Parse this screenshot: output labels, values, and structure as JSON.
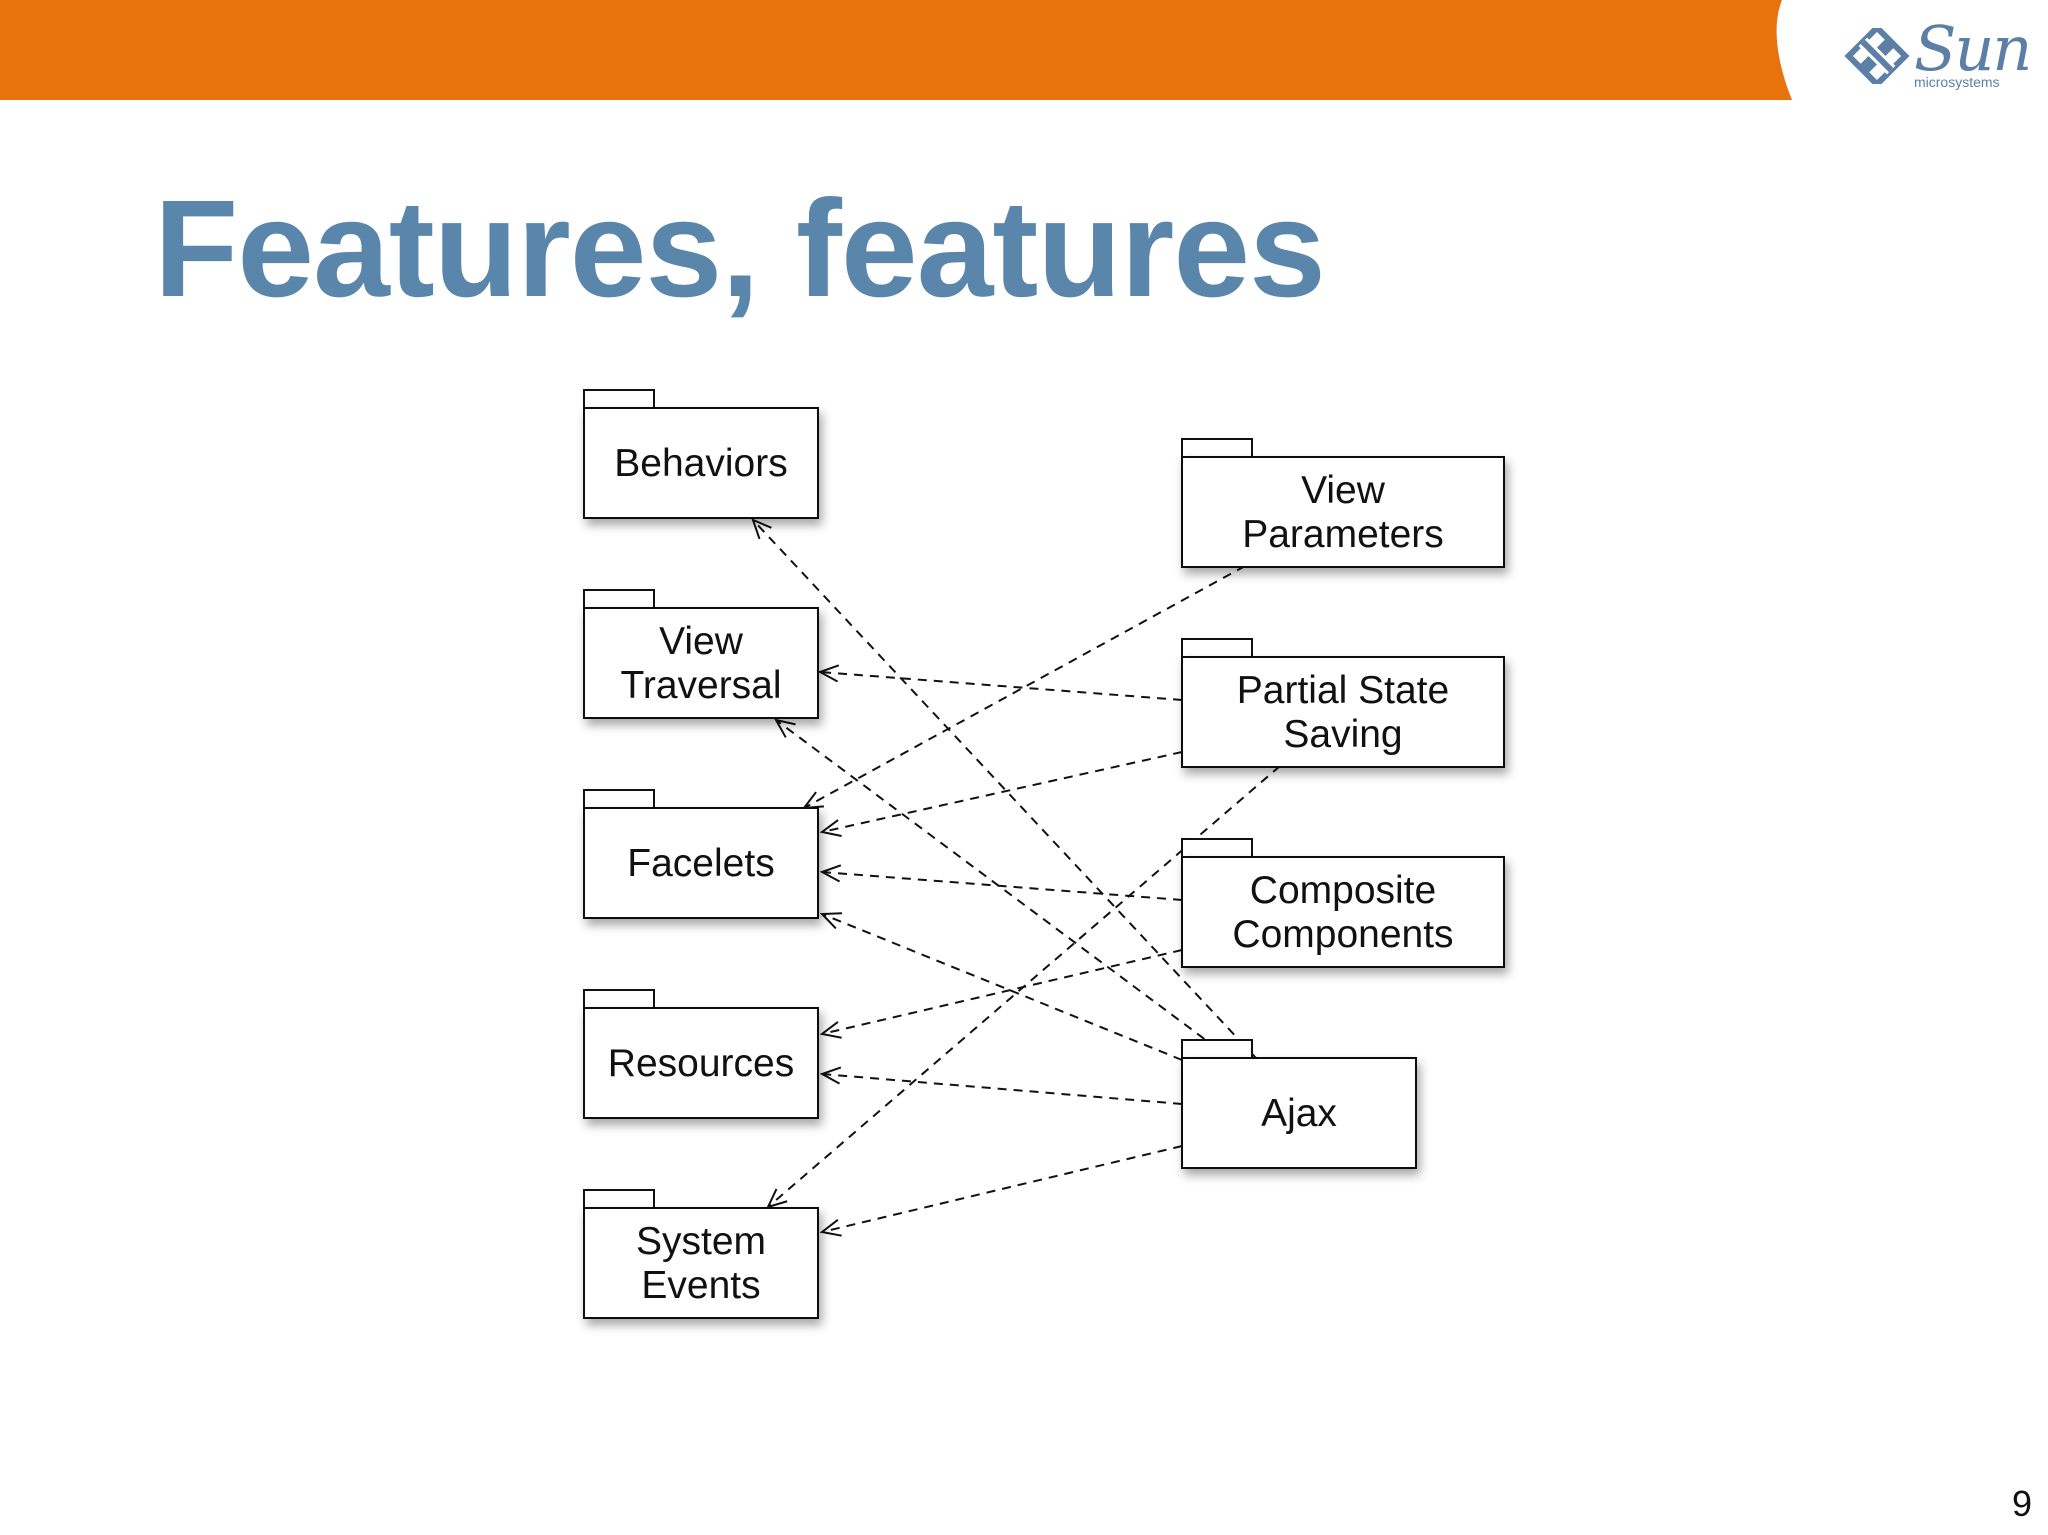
{
  "header": {
    "bar_color": "#e8720c",
    "logo": {
      "word": "Sun",
      "subtitle": "microsystems",
      "color": "#5b7fa6"
    }
  },
  "title": "Features, features",
  "page_number": "9",
  "diagram": {
    "type": "uml-package-dependency",
    "packages": [
      {
        "id": "behaviors",
        "lines": [
          "Behaviors"
        ]
      },
      {
        "id": "view-traversal",
        "lines": [
          "View",
          "Traversal"
        ]
      },
      {
        "id": "facelets",
        "lines": [
          "Facelets"
        ]
      },
      {
        "id": "resources",
        "lines": [
          "Resources"
        ]
      },
      {
        "id": "system-events",
        "lines": [
          "System",
          "Events"
        ]
      },
      {
        "id": "view-parameters",
        "lines": [
          "View",
          "Parameters"
        ]
      },
      {
        "id": "partial-state-saving",
        "lines": [
          "Partial State",
          "Saving"
        ]
      },
      {
        "id": "composite-components",
        "lines": [
          "Composite",
          "Components"
        ]
      },
      {
        "id": "ajax",
        "lines": [
          "Ajax"
        ]
      }
    ],
    "dependencies": [
      {
        "from": "view-parameters",
        "to": "facelets"
      },
      {
        "from": "partial-state-saving",
        "to": "view-traversal"
      },
      {
        "from": "partial-state-saving",
        "to": "facelets"
      },
      {
        "from": "partial-state-saving",
        "to": "system-events"
      },
      {
        "from": "composite-components",
        "to": "facelets"
      },
      {
        "from": "composite-components",
        "to": "resources"
      },
      {
        "from": "ajax",
        "to": "behaviors"
      },
      {
        "from": "ajax",
        "to": "view-traversal"
      },
      {
        "from": "ajax",
        "to": "facelets"
      },
      {
        "from": "ajax",
        "to": "resources"
      },
      {
        "from": "ajax",
        "to": "system-events"
      }
    ]
  }
}
